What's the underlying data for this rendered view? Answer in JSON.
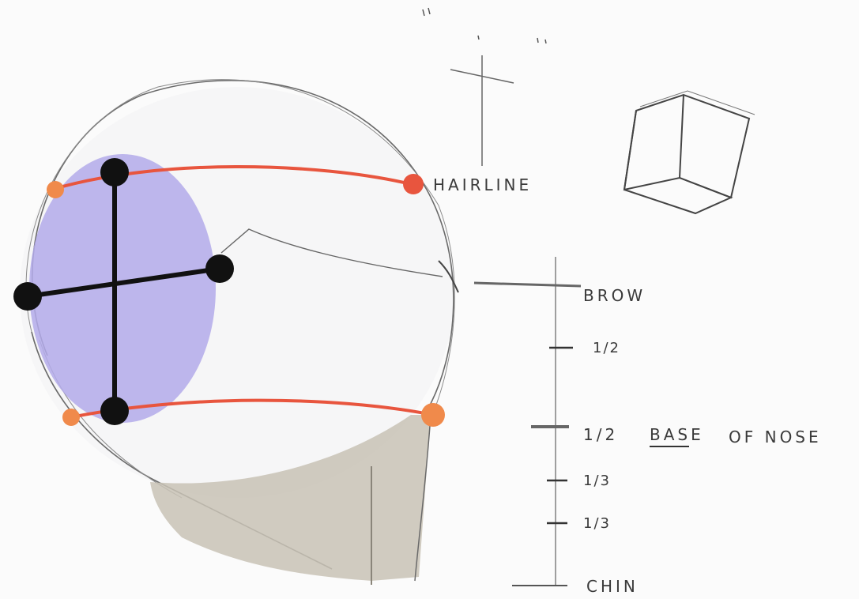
{
  "labels": {
    "hairline": "HAIRLINE",
    "brow": "BROW",
    "half_top": "1/2",
    "half_base": "1/2",
    "base_word": "BASE",
    "of_nose": "OF NOSE",
    "third_1": "1/3",
    "third_2": "1/3",
    "chin": "CHIN"
  },
  "colors": {
    "sphere_outline": "#6f6f6f",
    "ellipse_fill": "#b7b0ec",
    "axis_color": "#111111",
    "guide_red": "#e8553e",
    "guide_orange": "#f08a4b",
    "jaw_fill": "#c9c3b6",
    "sketch": "#555555"
  }
}
